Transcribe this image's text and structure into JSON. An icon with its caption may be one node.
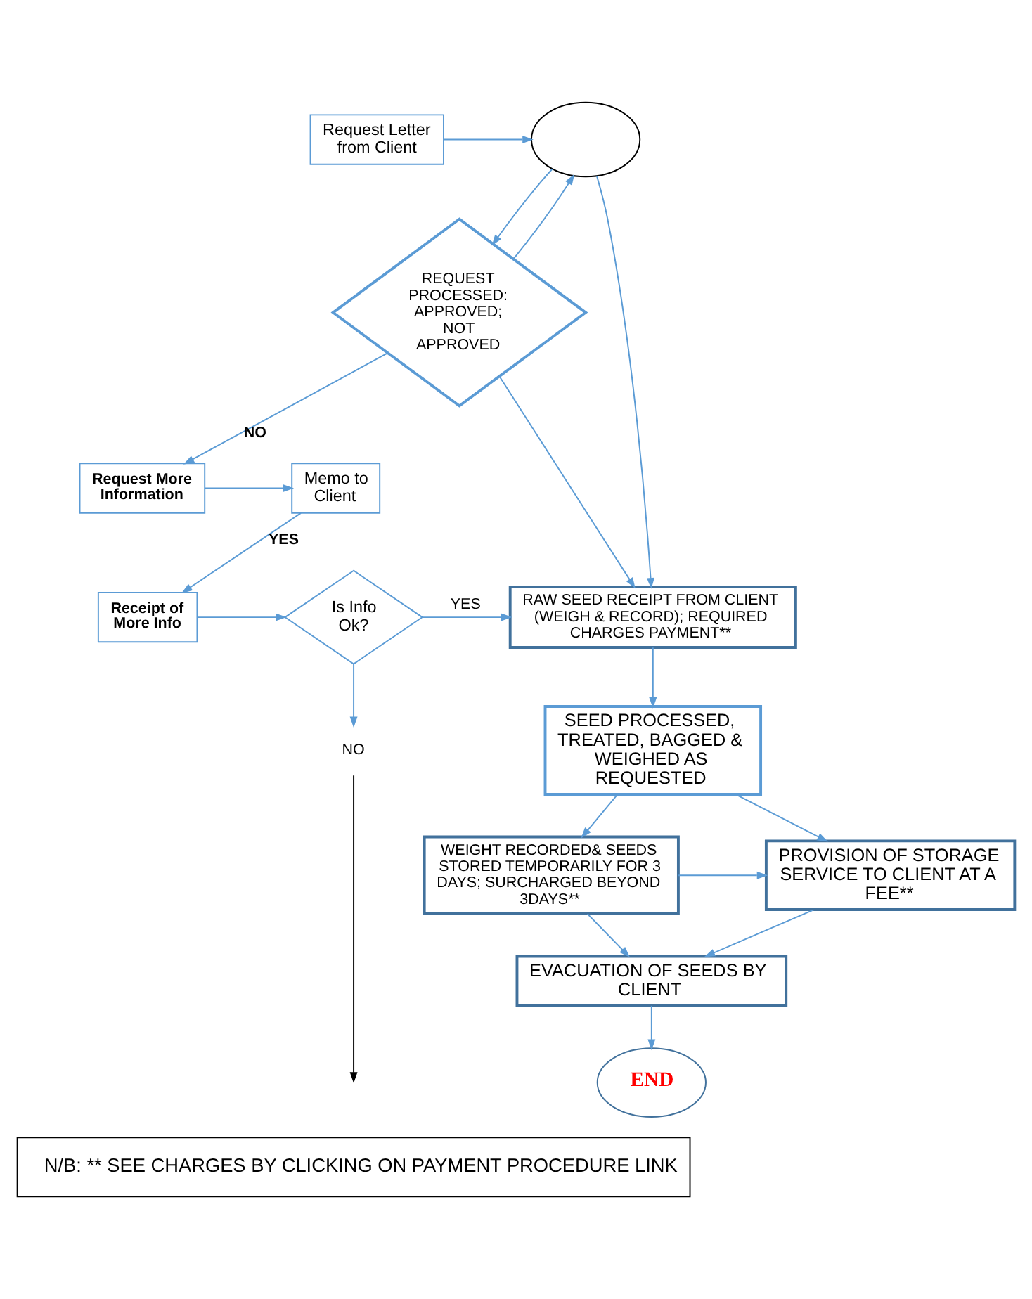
{
  "diagram": {
    "nodes": [
      {
        "text": [
          "Request Letter from Client"
        ]
      },
      {
        "text": [],
        "shape": "ellipse"
      },
      {
        "text": [
          "REQUEST PROCESSED: APPROVED; NOT APPROVED"
        ]
      },
      {
        "text": [
          "Memo to Client"
        ]
      },
      {
        "text": [
          "Request More Information"
        ]
      },
      {
        "text": [
          "Receipt of More Info"
        ]
      },
      {
        "text": [
          "Is Info Ok?"
        ]
      },
      {
        "text": [
          "RAW SEED RECEIPT FROM CLIENT (WEIGH & RECORD); REQUIRED CHARGES PAYMENT**"
        ]
      },
      {
        "text": [
          "NO"
        ]
      },
      {
        "text": [
          "SEED PROCESSED, TREATED, BAGGED & WEIGHED AS REQUESTED"
        ]
      },
      {
        "text": [
          "PROVISION OF STORAGE SERVICE TO CLIENT AT A FEE**"
        ]
      },
      {
        "text": [
          "WEIGHT RECORDED& SEEDS STORED TEMPORARILY FOR 3 DAYS; SURCHARGED BEYOND 3DAYS**"
        ]
      },
      {
        "text": [
          "EVACUATION OF SEEDS BY CLIENT"
        ]
      },
      {
        "text": [
          "END"
        ]
      },
      {
        "text": [
          "N/B: ** SEE CHARGES BY CLICKING ON PAYMENT PROCEDURE LINK"
        ]
      }
    ],
    "edges": [
      {
        "from": 0,
        "to": 1,
        "arrow": "to"
      },
      {
        "from": 1,
        "to": 2,
        "arrow": "to"
      },
      {
        "from": 2,
        "to": 1,
        "arrow": "to"
      },
      {
        "from": 1,
        "to": 7,
        "arrow": "to"
      },
      {
        "from": 2,
        "to": 7,
        "arrow": "to"
      },
      {
        "from": 2,
        "to": 4,
        "arrow": "to",
        "label": "NO"
      },
      {
        "from": 4,
        "to": 3,
        "arrow": "to"
      },
      {
        "from": 3,
        "to": 5,
        "arrow": "to",
        "label": "YES"
      },
      {
        "from": 5,
        "to": 6,
        "arrow": "to"
      },
      {
        "from": 6,
        "to": 7,
        "arrow": "to",
        "label": "YES"
      },
      {
        "from": 6,
        "to": 8,
        "arrow": "to"
      },
      {
        "from": 8,
        "to": null,
        "arrow": "to",
        "color": "#000000"
      },
      {
        "from": 7,
        "to": 9,
        "arrow": "to"
      },
      {
        "from": 9,
        "to": 10,
        "arrow": "to"
      },
      {
        "from": 9,
        "to": 11,
        "arrow": "to"
      },
      {
        "from": 11,
        "to": 10,
        "arrow": "to"
      },
      {
        "from": 10,
        "to": 12,
        "arrow": "to"
      },
      {
        "from": 11,
        "to": 12,
        "arrow": "to"
      },
      {
        "from": 12,
        "to": 13,
        "arrow": "to"
      }
    ]
  }
}
